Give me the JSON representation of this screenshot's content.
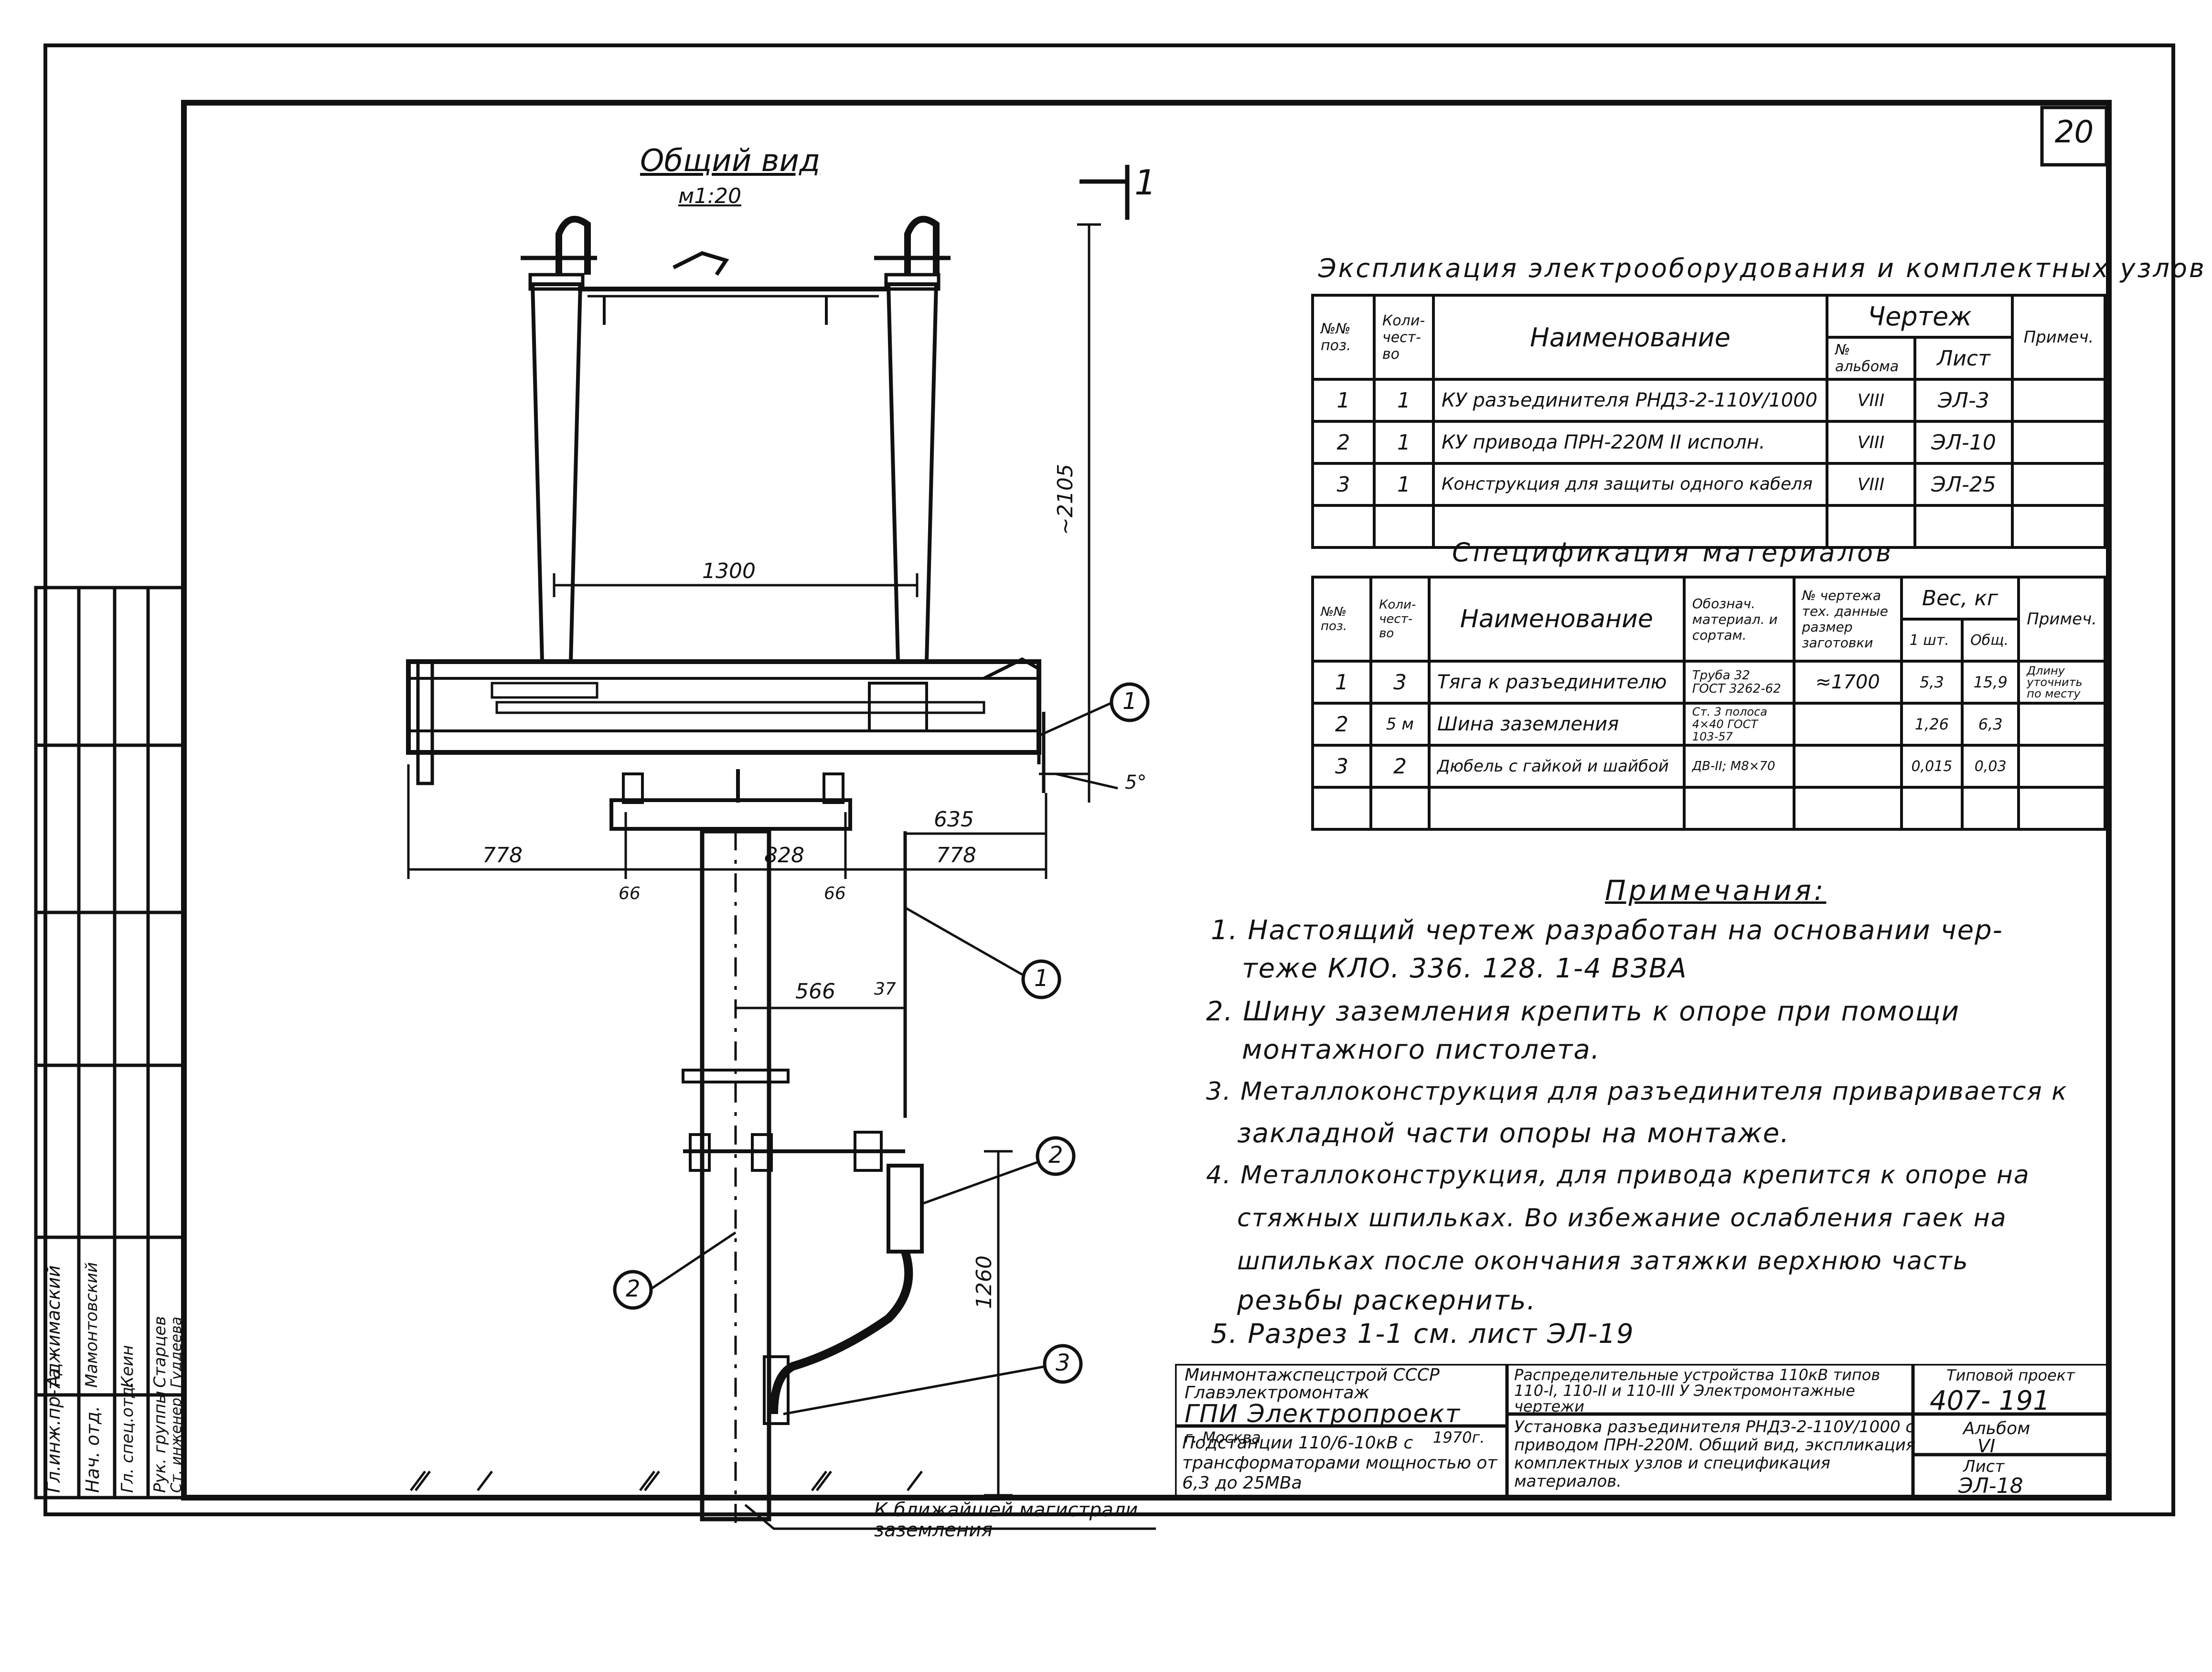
{
  "sheet": {
    "number": "20",
    "title": "Общий вид",
    "scale": "м1:20"
  },
  "section_marker": "1",
  "dimensions": {
    "d1300": "1300",
    "d2105": "~2105",
    "d5deg": "5°",
    "d778a": "778",
    "d828": "828",
    "d778b": "778",
    "d635": "635",
    "d66a": "66",
    "d66b": "66",
    "d566": "566",
    "d37": "37",
    "d1260": "1260"
  },
  "callouts": [
    "1",
    "1",
    "2",
    "2",
    "3"
  ],
  "ground_label": "К ближайшей магистрали заземления",
  "explication": {
    "title": "Экспликация электрооборудования и комплектных узлов (КУ)",
    "col_pos": "№№ поз.",
    "col_qty": "Коли-чест-во",
    "col_name": "Наименование",
    "col_drawing": "Чертеж",
    "col_album": "№ альбома",
    "col_sheet": "Лист",
    "col_note": "Примеч.",
    "rows": [
      {
        "pos": "1",
        "qty": "1",
        "name": "КУ разъединителя РНДЗ-2-110У/1000",
        "album": "VIII",
        "sheet": "ЭЛ-3",
        "note": ""
      },
      {
        "pos": "2",
        "qty": "1",
        "name": "КУ привода ПРН-220М II исполн.",
        "album": "VIII",
        "sheet": "ЭЛ-10",
        "note": ""
      },
      {
        "pos": "3",
        "qty": "1",
        "name": "Конструкция для защиты одного кабеля",
        "album": "VIII",
        "sheet": "ЭЛ-25",
        "note": ""
      }
    ]
  },
  "specification": {
    "title": "Спецификация материалов",
    "col_pos": "№№ поз.",
    "col_qty": "Коли-чест-во",
    "col_name": "Наименование",
    "col_material": "Обознач. материал. и сортам.",
    "col_tech": "№ чертежа тех. данные размер заготовки",
    "col_weight": "Вес, кг",
    "col_w1": "1 шт.",
    "col_wt": "Общ.",
    "col_note": "Примеч.",
    "rows": [
      {
        "pos": "1",
        "qty": "3",
        "name": "Тяга к разъединителю",
        "material": "Труба 32 ГОСТ 3262-62",
        "tech": "≈1700",
        "w1": "5,3",
        "wt": "15,9",
        "note": "Длину уточнить по месту"
      },
      {
        "pos": "2",
        "qty": "5 м",
        "name": "Шина заземления",
        "material": "Ст. 3 полоса 4×40 ГОСТ 103-57",
        "tech": "",
        "w1": "1,26",
        "wt": "6,3",
        "note": ""
      },
      {
        "pos": "3",
        "qty": "2",
        "name": "Дюбель с гайкой и шайбой",
        "material": "ДВ-II; М8×70",
        "tech": "",
        "w1": "0,015",
        "wt": "0,03",
        "note": ""
      }
    ]
  },
  "notes": {
    "title": "Примечания:",
    "lines": [
      "1. Настоящий чертеж разработан на основании чер-",
      "теже КЛО. 336. 128. 1-4 ВЗВА",
      "2. Шину заземления крепить к опоре при помощи",
      "монтажного пистолета.",
      "3. Металлоконструкция для разъединителя приваривается к",
      "закладной части опоры на монтаже.",
      "4. Металлоконструкция, для привода крепится к опоре на",
      "стяжных шпильках. Во избежание ослабления гаек на",
      "шпильках после окончания затяжки верхнюю часть",
      "резьбы раскернить.",
      "5. Разрез 1-1 см. лист ЭЛ-19"
    ]
  },
  "title_block": {
    "org1": "Минмонтажспецстрой СССР",
    "org2": "Главэлектромонтаж",
    "org3": "ГПИ Электропроект",
    "city": "г. Москва",
    "year": "1970г.",
    "substation": "Подстанции 110/6-10кВ с трансформаторами мощностью от 6,3 до 25МВа",
    "project_desc": "Распределительные устройства 110кВ типов 110-I, 110-II и 110-III У Электромонтажные чертежи",
    "sheet_desc": "Установка разъединителя РНДЗ-2-110У/1000 с приводом ПРН-220М. Общий вид, экспликация комплектных узлов и спецификация материалов.",
    "typical_label": "Типовой проект",
    "typical_value": "407- 191",
    "album_label": "Альбом",
    "album_value": "VI",
    "sheet_label": "Лист",
    "sheet_value": "ЭЛ-18"
  },
  "signatures": {
    "roles": [
      "Гл.инж.пр-та",
      "Нач. отд.",
      "Гл. спец.отд.",
      "Рук. группы",
      "Ст. инженер"
    ],
    "names": [
      "Аджимаский",
      "Мамонтовский",
      "Кеин",
      "Старцев",
      "Гуддеева"
    ]
  }
}
